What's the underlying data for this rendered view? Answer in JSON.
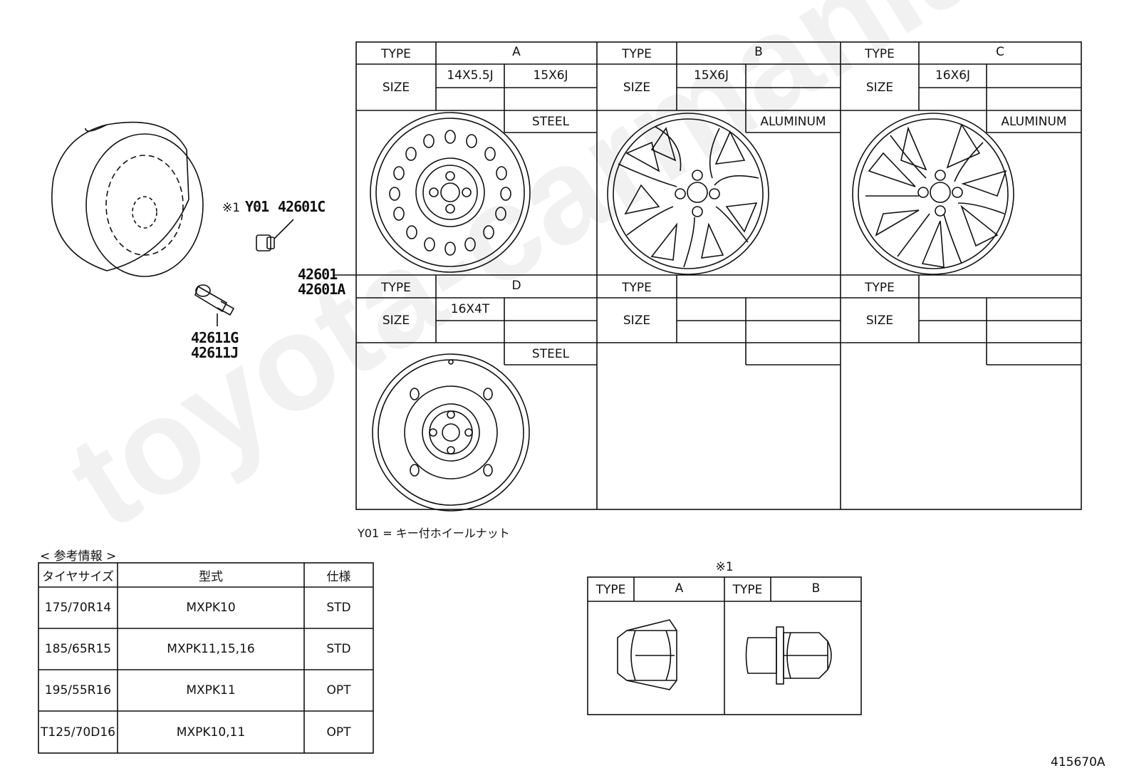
{
  "watermark": "toyota-carmania.ru",
  "callouts": {
    "nut_note_mark": "※1",
    "nut_code": "Y01",
    "nut_part": "42601C",
    "wheel_part_1": "42601",
    "wheel_part_2": "42601A",
    "valve_part_1": "42611G",
    "valve_part_2": "42611J"
  },
  "wheel_table": {
    "type_label": "TYPE",
    "size_label": "SIZE",
    "panels": [
      {
        "type": "A",
        "sizes": [
          "14X5.5J",
          "15X6J"
        ],
        "material": "STEEL",
        "icon": "steel-wheel-icon"
      },
      {
        "type": "B",
        "sizes": [
          "15X6J",
          ""
        ],
        "material": "ALUMINUM",
        "icon": "alloy-wheel-icon"
      },
      {
        "type": "C",
        "sizes": [
          "16X6J",
          ""
        ],
        "material": "ALUMINUM",
        "icon": "alloy-wheel-icon"
      },
      {
        "type": "D",
        "sizes": [
          "16X4T",
          ""
        ],
        "material": "STEEL",
        "icon": "spare-wheel-icon"
      },
      {
        "type": "",
        "sizes": [
          "",
          ""
        ],
        "material": "",
        "icon": ""
      },
      {
        "type": "",
        "sizes": [
          "",
          ""
        ],
        "material": "",
        "icon": ""
      }
    ]
  },
  "legend_note": "Y01 = キー付ホイールナット",
  "reference": {
    "title": "< 参考情報 >",
    "headers": [
      "タイヤサイズ",
      "型式",
      "仕様"
    ],
    "rows": [
      [
        "175/70R14",
        "MXPK10",
        "STD"
      ],
      [
        "185/65R15",
        "MXPK11,15,16",
        "STD"
      ],
      [
        "195/55R16",
        "MXPK11",
        "OPT"
      ],
      [
        "T125/70D16",
        "MXPK10,11",
        "OPT"
      ]
    ]
  },
  "nut_table": {
    "mark": "※1",
    "type_label": "TYPE",
    "types": [
      "A",
      "B"
    ]
  },
  "diagram_id": "415670A"
}
